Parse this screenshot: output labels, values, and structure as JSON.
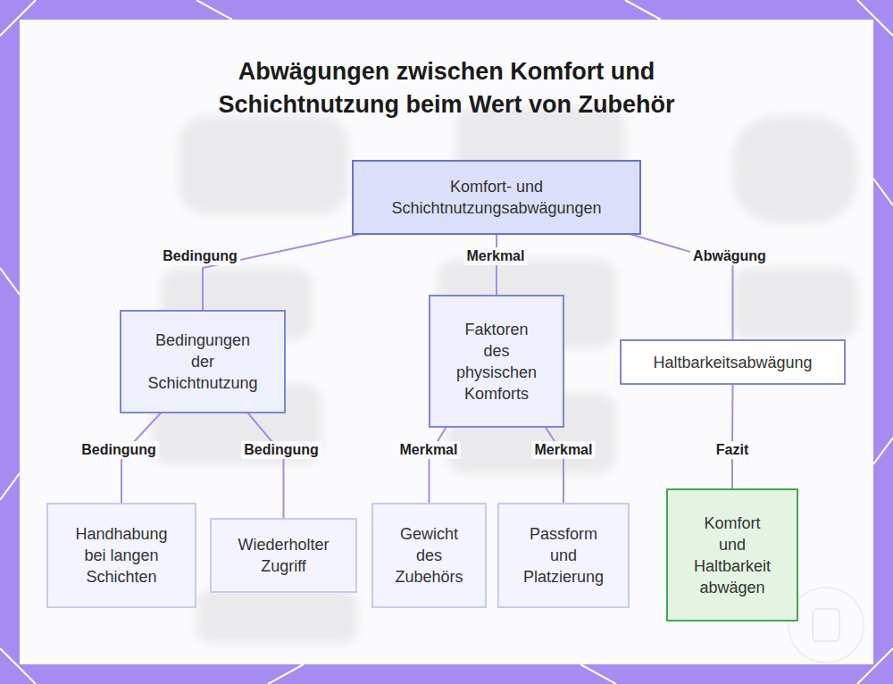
{
  "diagram": {
    "title": "Abwägungen zwischen Komfort und Schichtnutzung beim Wert von Zubehör",
    "nodes": [
      {
        "text": [
          "Komfort- und Schichtnutzungsabwägungen"
        ]
      },
      {
        "text": [
          "Bedingungen der Schichtnutzung"
        ]
      },
      {
        "text": [
          "Faktoren des physischen Komforts"
        ]
      },
      {
        "text": [
          "Haltbarkeitsabwägung"
        ]
      },
      {
        "text": [
          "Handhabung bei langen Schichten"
        ]
      },
      {
        "text": [
          "Wiederholter Zugriff"
        ]
      },
      {
        "text": [
          "Gewicht des Zubehörs"
        ]
      },
      {
        "text": [
          "Passform und Platzierung"
        ]
      },
      {
        "text": [
          "Komfort und Haltbarkeit abwägen"
        ]
      }
    ],
    "edges": [
      {
        "from": 0,
        "to": 1,
        "label": "Bedingung",
        "arrow": "none"
      },
      {
        "from": 0,
        "to": 2,
        "label": "Merkmal",
        "arrow": "none"
      },
      {
        "from": 0,
        "to": 3,
        "label": "Abwägung",
        "arrow": "none"
      },
      {
        "from": 1,
        "to": 4,
        "label": "Bedingung",
        "arrow": "none"
      },
      {
        "from": 1,
        "to": 5,
        "label": "Bedingung",
        "arrow": "none"
      },
      {
        "from": 2,
        "to": 6,
        "label": "Merkmal",
        "arrow": "none"
      },
      {
        "from": 2,
        "to": 7,
        "label": "Merkmal",
        "arrow": "none"
      },
      {
        "from": 3,
        "to": 8,
        "label": "Fazit",
        "arrow": "none"
      }
    ]
  }
}
